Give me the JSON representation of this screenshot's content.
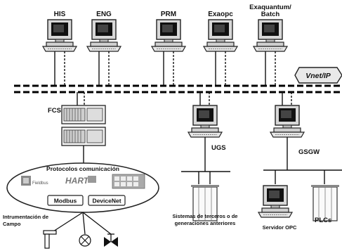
{
  "stations": [
    {
      "name": "HIS"
    },
    {
      "name": "ENG"
    },
    {
      "name": "PRM"
    },
    {
      "name": "Exaopc"
    },
    {
      "name": "Exaquantum/",
      "name2": "Batch"
    }
  ],
  "network_logo": "Vnet/IP",
  "fcs_label": "FCS",
  "ugs_label": "UGS",
  "gsgw_label": "GSGW",
  "protocols": {
    "title": "Protocolos comunicación",
    "fieldbus": "Fieldbus",
    "hart": "HART",
    "modbus": "Modbus",
    "devicenet": "DeviceNet"
  },
  "field_label_line1": "Intrumentación de",
  "field_label_line2": "Campo",
  "third_party_line1": "Sistemas de terceros o de",
  "third_party_line2": "generaciones anteriores",
  "opc_server": "Servidor OPC",
  "plcs": "PLCs"
}
